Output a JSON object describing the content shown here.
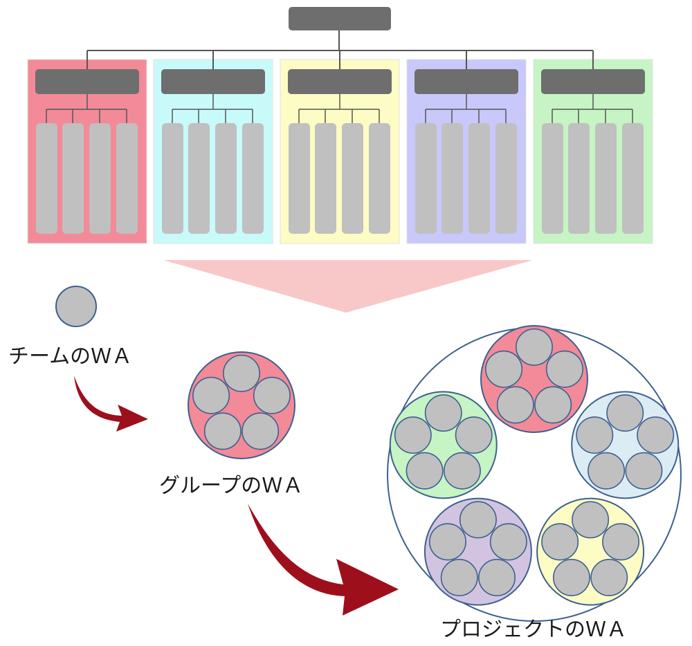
{
  "labels": {
    "team": "チームのＷＡ",
    "group": "グループのＷＡ",
    "project": "プロジェクトのＷＡ"
  },
  "group_colors": [
    "#f28a98",
    "#c8fafa",
    "#fcfcc4",
    "#c8c8fa",
    "#c6f4c4"
  ],
  "project_circle_colors": [
    "#f28a98",
    "#dcecf4",
    "#fcfcc4",
    "#d2c4e0",
    "#c6f4c4"
  ],
  "colors": {
    "node": "#6e6e6e",
    "member": "#c0c0c0",
    "line": "#555555",
    "arrow": "#9e0f1c",
    "circle_stroke": "#3d5f8f",
    "funnel": "#f8c8c8"
  }
}
